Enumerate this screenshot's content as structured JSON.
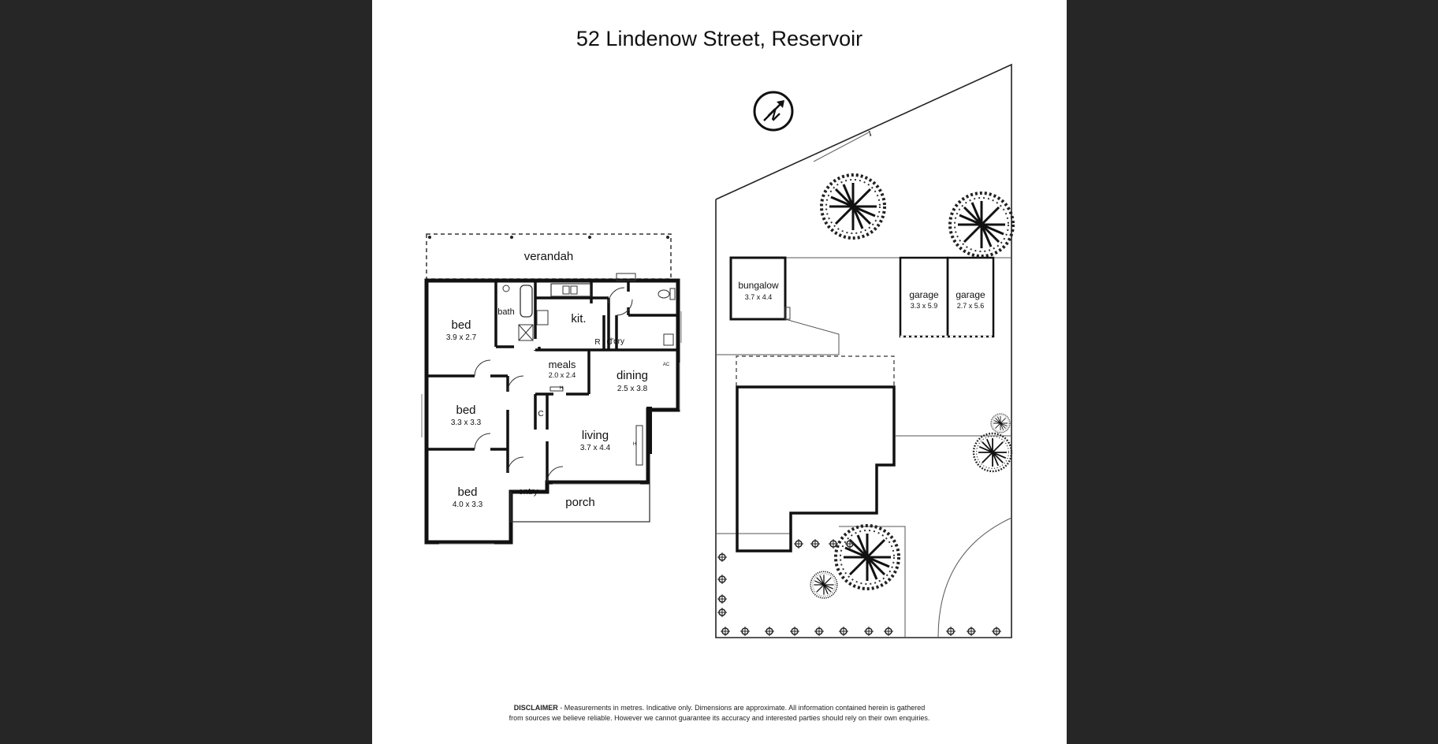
{
  "title": "52 Lindenow Street, Reservoir",
  "rooms": {
    "verandah": "verandah",
    "bath": "bath",
    "kit": "kit.",
    "bed1": "bed",
    "bed1_dim": "3.9 x 2.7",
    "bed2": "bed",
    "bed2_dim": "3.3 x 3.3",
    "bed3": "bed",
    "bed3_dim": "4.0 x 3.3",
    "meals": "meals",
    "meals_dim": "2.0 x 2.4",
    "dining": "dining",
    "dining_dim": "2.5 x 3.8",
    "living": "living",
    "living_dim": "3.7 x 4.4",
    "ldry": "l'dry",
    "r": "R",
    "c": "C",
    "c2": "C",
    "h": "H",
    "h2": "H",
    "ac": "AC",
    "entry": "entry",
    "porch": "porch"
  },
  "site": {
    "bungalow": "bungalow",
    "bungalow_dim": "3.7 x 4.4",
    "garage1": "garage",
    "garage1_dim": "3.3 x 5.9",
    "garage2": "garage",
    "garage2_dim": "2.7 x 5.6"
  },
  "compass_label": "N",
  "disclaimer": {
    "heading": "DISCLAIMER",
    "line1": " - Measurements in metres. Indicative only. Dimensions are approximate. All information contained herein is gathered",
    "line2": "from sources we believe reliable. However we cannot guarantee its accuracy and interested parties should rely on their own enquiries."
  }
}
